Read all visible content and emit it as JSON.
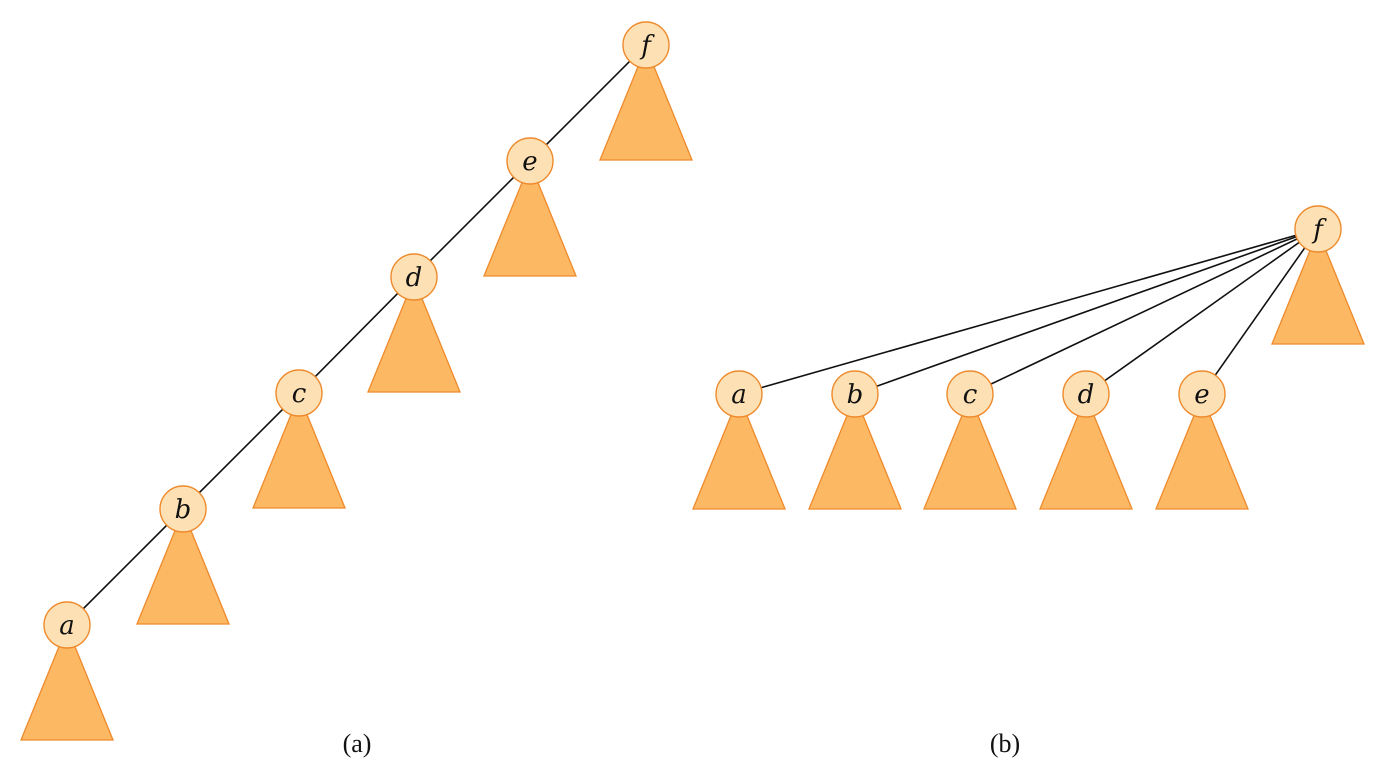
{
  "colors": {
    "node_fill": "#FDE1B4",
    "node_stroke": "#EE8A2C",
    "subtree_fill": "#FDB863",
    "subtree_stroke": "#EE8A2C",
    "edge": "#111111"
  },
  "diagram_a": {
    "caption": "(a)",
    "nodes": [
      "a",
      "b",
      "c",
      "d",
      "e",
      "f"
    ],
    "edges": [
      [
        "a",
        "b"
      ],
      [
        "b",
        "c"
      ],
      [
        "c",
        "d"
      ],
      [
        "d",
        "e"
      ],
      [
        "e",
        "f"
      ]
    ]
  },
  "diagram_b": {
    "caption": "(b)",
    "nodes": [
      "a",
      "b",
      "c",
      "d",
      "e",
      "f"
    ],
    "edges": [
      [
        "a",
        "f"
      ],
      [
        "b",
        "f"
      ],
      [
        "c",
        "f"
      ],
      [
        "d",
        "f"
      ],
      [
        "e",
        "f"
      ]
    ]
  }
}
